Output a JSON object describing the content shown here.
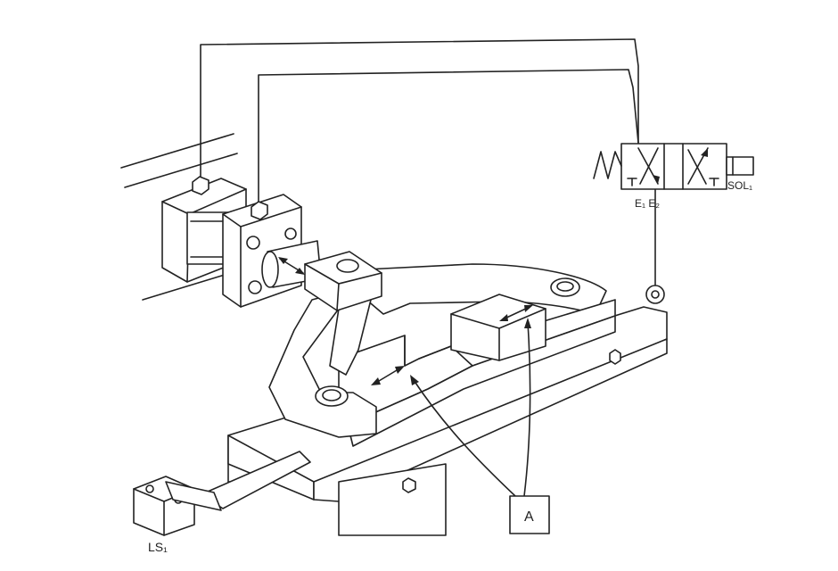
{
  "labels": {
    "valve_ports": "E₁ E₂",
    "solenoid": "SOL₁",
    "limit_switch": "LS₁",
    "callout": "A"
  },
  "colors": {
    "ink": "#222222",
    "paper": "#ffffff"
  }
}
